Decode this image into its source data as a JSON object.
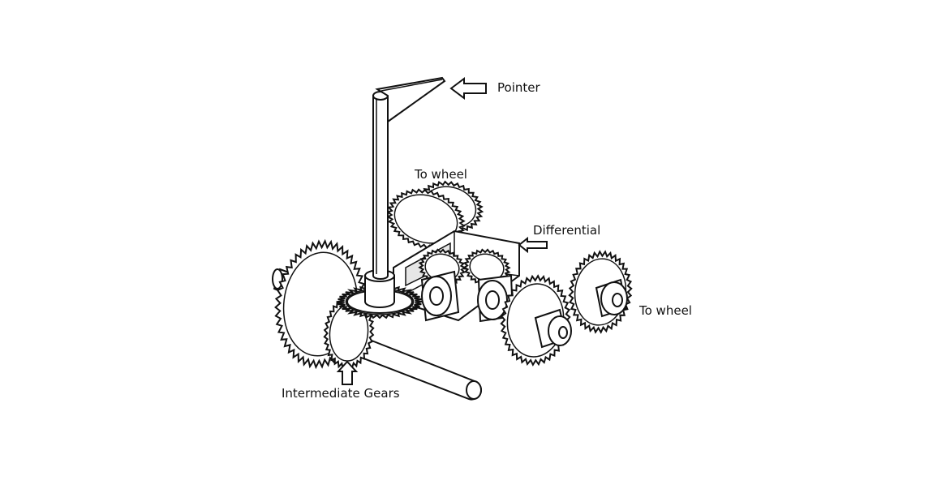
{
  "labels": {
    "pointer": "Pointer",
    "to_wheel_top": "To wheel",
    "differential": "Differential",
    "to_wheel_right": "To wheel",
    "intermediate_gears": "Intermediate Gears"
  },
  "colors": {
    "line": "#111111",
    "fill": "#ffffff",
    "shade": "#e6e6e6"
  }
}
